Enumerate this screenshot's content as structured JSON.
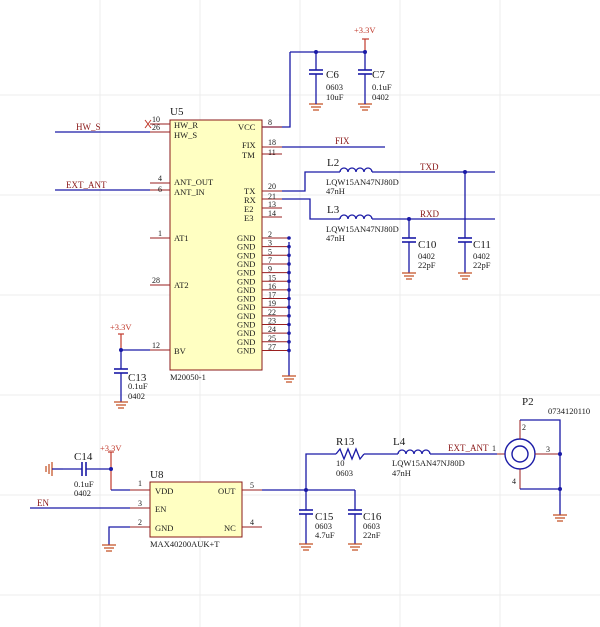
{
  "power": {
    "v33": "+3.3V"
  },
  "nets": {
    "hw_s": "HW_S",
    "ext_ant": "EXT_ANT",
    "fix": "FIX",
    "txd": "TXD",
    "rxd": "RXD",
    "en": "EN",
    "ext_ant2": "EXT_ANT"
  },
  "u5": {
    "ref": "U5",
    "part": "M20050-1",
    "left_pins": [
      {
        "num": "10",
        "name": "HW_R"
      },
      {
        "num": "26",
        "name": "HW_S"
      },
      {
        "num": "4",
        "name": "ANT_OUT"
      },
      {
        "num": "6",
        "name": "ANT_IN"
      },
      {
        "num": "1",
        "name": "AT1"
      },
      {
        "num": "28",
        "name": "AT2"
      },
      {
        "num": "12",
        "name": "BV"
      }
    ],
    "right_pins": [
      {
        "num": "8",
        "name": "VCC"
      },
      {
        "num": "18",
        "name": "FIX"
      },
      {
        "num": "11",
        "name": "TM"
      },
      {
        "num": "20",
        "name": "TX"
      },
      {
        "num": "21",
        "name": "RX"
      },
      {
        "num": "13",
        "name": "E2"
      },
      {
        "num": "14",
        "name": "E3"
      }
    ],
    "gnd_pins": [
      "2",
      "3",
      "5",
      "7",
      "9",
      "15",
      "16",
      "17",
      "19",
      "22",
      "23",
      "24",
      "25",
      "27"
    ],
    "gnd_name": "GND"
  },
  "c6": {
    "ref": "C6",
    "pkg": "0603",
    "val": "10uF"
  },
  "c7": {
    "ref": "C7",
    "pkg": "0.1uF",
    "val": "0402"
  },
  "l2": {
    "ref": "L2",
    "part": "LQW15AN47NJ80D",
    "val": "47nH"
  },
  "l3": {
    "ref": "L3",
    "part": "LQW15AN47NJ80D",
    "val": "47nH"
  },
  "c10": {
    "ref": "C10",
    "pkg": "0402",
    "val": "22pF"
  },
  "c11": {
    "ref": "C11",
    "pkg": "0402",
    "val": "22pF"
  },
  "c13": {
    "ref": "C13",
    "pkg": "0.1uF",
    "val": "0402"
  },
  "c14": {
    "ref": "C14",
    "pkg": "0.1uF",
    "val": "0402"
  },
  "u8": {
    "ref": "U8",
    "part": "MAX40200AUK+T",
    "pins": [
      {
        "num": "1",
        "name": "VDD"
      },
      {
        "num": "3",
        "name": "EN"
      },
      {
        "num": "2",
        "name": "GND"
      },
      {
        "num": "5",
        "name": "OUT"
      },
      {
        "num": "4",
        "name": "NC"
      }
    ]
  },
  "r13": {
    "ref": "R13",
    "val": "10",
    "pkg": "0603"
  },
  "l4": {
    "ref": "L4",
    "part": "LQW15AN47NJ80D",
    "val": "47nH"
  },
  "c15": {
    "ref": "C15",
    "pkg": "0603",
    "val": "4.7uF"
  },
  "c16": {
    "ref": "C16",
    "pkg": "0603",
    "val": "22nF"
  },
  "p2": {
    "ref": "P2",
    "part": "0734120110",
    "pins": [
      "1",
      "2",
      "3",
      "4"
    ]
  }
}
